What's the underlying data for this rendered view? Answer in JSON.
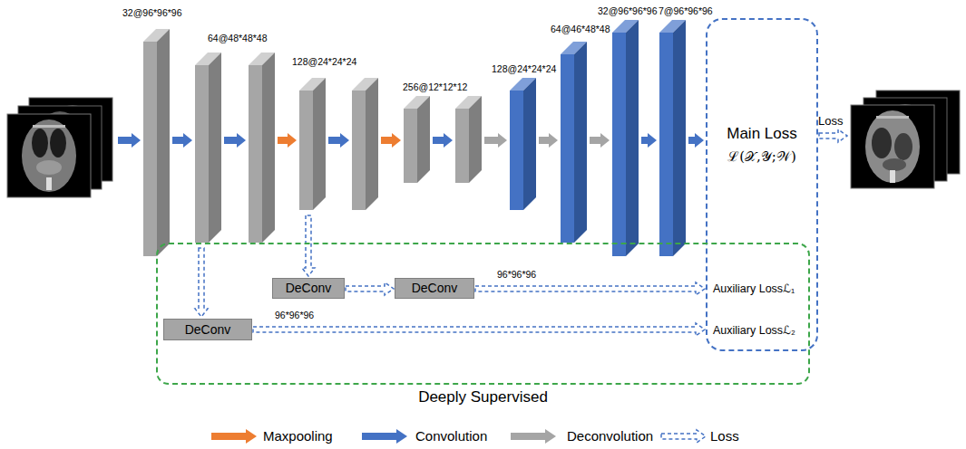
{
  "diagram": {
    "nodes": [
      {
        "text": [
          "Main Loss",
          "ℒ(𝒳,𝒴;𝒲)",
          "Auxiliary Lossℒ₁",
          "Auxiliary Lossℒ₂"
        ]
      },
      {
        "text": [
          "Deeply Supervised"
        ]
      },
      {
        "text": [
          "DeConv"
        ],
        "in": 1
      },
      {
        "text": [
          "DeConv"
        ],
        "in": 1
      },
      {
        "text": [
          "DeConv"
        ],
        "in": 1
      }
    ],
    "edges": [
      {
        "from": 2,
        "to": 3,
        "arrow": "to"
      },
      {
        "from": 3,
        "to": 0,
        "label": "96*96*96",
        "arrow": "to"
      },
      {
        "from": 4,
        "to": 0,
        "label": "96*96*96",
        "arrow": "to"
      }
    ],
    "labels": [
      "32@96*96*96",
      "64@48*48*48",
      "128@24*24*24",
      "256@12*12*12",
      "128@24*24*24",
      "64@46*48*48",
      "32@96*96*96",
      "7@96*96*96",
      "Loss"
    ],
    "legend": [
      {
        "text": "Maxpooling",
        "color": "#ED7D31"
      },
      {
        "text": "Convolution",
        "color": "#4472C4"
      },
      {
        "text": "Deconvolution",
        "color": "#A5A5A5"
      },
      {
        "text": "Loss"
      }
    ]
  }
}
